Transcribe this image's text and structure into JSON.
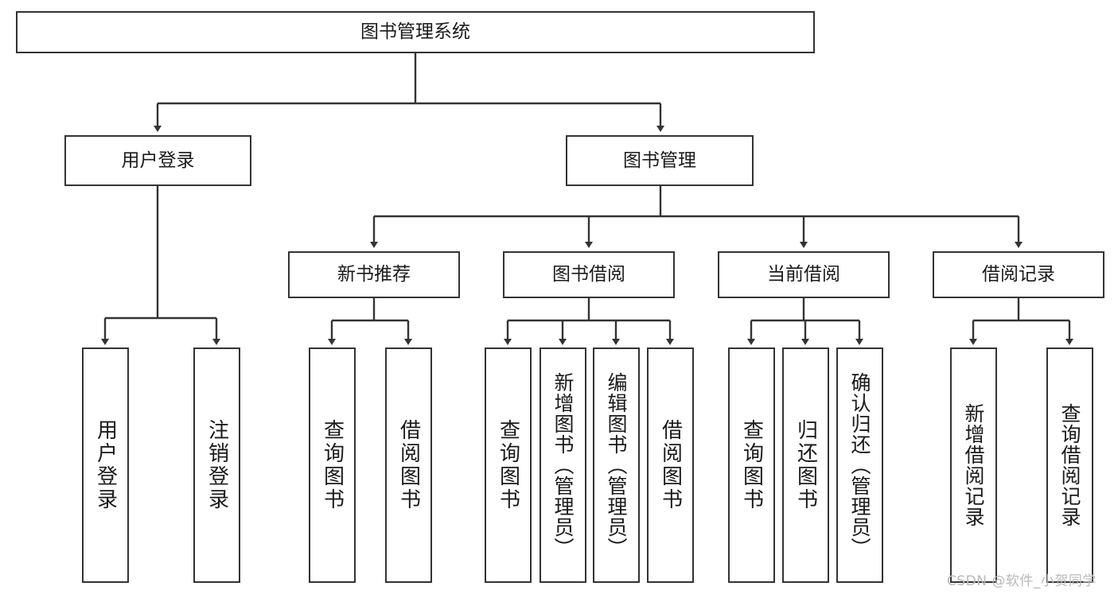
{
  "diagram": {
    "type": "tree-hierarchy-chart",
    "title": "图书管理系统",
    "root": {
      "id": "root",
      "label": "图书管理系统"
    },
    "level2": [
      {
        "id": "user-login",
        "label": "用户登录"
      },
      {
        "id": "book-manage",
        "label": "图书管理"
      }
    ],
    "level3": [
      {
        "id": "new-book-recommend",
        "label": "新书推荐"
      },
      {
        "id": "book-borrow",
        "label": "图书借阅"
      },
      {
        "id": "current-borrow",
        "label": "当前借阅"
      },
      {
        "id": "borrow-record",
        "label": "借阅记录"
      }
    ],
    "leaves": [
      {
        "id": "leaf-user-login",
        "label": "用户登录",
        "parent": "user-login"
      },
      {
        "id": "leaf-logout-login",
        "label": "注销登录",
        "parent": "user-login"
      },
      {
        "id": "leaf-query-book-1",
        "label": "查询图书",
        "parent": "new-book-recommend"
      },
      {
        "id": "leaf-borrow-book-1",
        "label": "借阅图书",
        "parent": "new-book-recommend"
      },
      {
        "id": "leaf-query-book-2",
        "label": "查询图书",
        "parent": "book-borrow"
      },
      {
        "id": "leaf-add-book",
        "label": "新增图书（管理员）",
        "parent": "book-borrow"
      },
      {
        "id": "leaf-edit-book",
        "label": "编辑图书（管理员）",
        "parent": "book-borrow"
      },
      {
        "id": "leaf-borrow-book-2",
        "label": "借阅图书",
        "parent": "book-borrow"
      },
      {
        "id": "leaf-query-book-3",
        "label": "查询图书",
        "parent": "current-borrow"
      },
      {
        "id": "leaf-return-book",
        "label": "归还图书",
        "parent": "current-borrow"
      },
      {
        "id": "leaf-confirm-return",
        "label": "确认归还（管理员）",
        "parent": "current-borrow"
      },
      {
        "id": "leaf-add-record",
        "label": "新增借阅记录",
        "parent": "borrow-record"
      },
      {
        "id": "leaf-query-record",
        "label": "查询借阅记录",
        "parent": "borrow-record"
      }
    ]
  },
  "watermark": {
    "text": "CSDN @软件_小贺同学"
  },
  "colors": {
    "stroke": "#333333",
    "background": "#ffffff",
    "text": "#1a1a1a",
    "watermark": "#b9b9b9"
  }
}
